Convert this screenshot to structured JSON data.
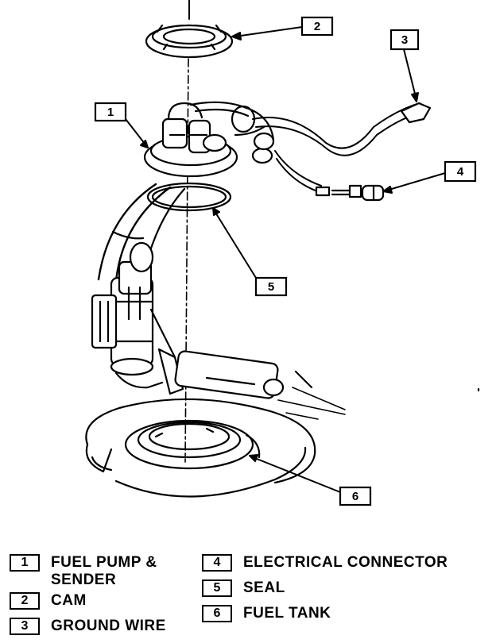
{
  "callouts": [
    {
      "number": "1"
    },
    {
      "number": "2"
    },
    {
      "number": "3"
    },
    {
      "number": "4"
    },
    {
      "number": "5"
    },
    {
      "number": "6"
    }
  ],
  "legend": [
    {
      "number": "1",
      "label_line1": "FUEL PUMP &",
      "label_line2": "SENDER"
    },
    {
      "number": "2",
      "label_line1": "CAM",
      "label_line2": ""
    },
    {
      "number": "3",
      "label_line1": "GROUND WIRE",
      "label_line2": ""
    },
    {
      "number": "4",
      "label_line1": "ELECTRICAL CONNECTOR",
      "label_line2": ""
    },
    {
      "number": "5",
      "label_line1": "SEAL",
      "label_line2": ""
    },
    {
      "number": "6",
      "label_line1": "FUEL TANK",
      "label_line2": ""
    }
  ]
}
